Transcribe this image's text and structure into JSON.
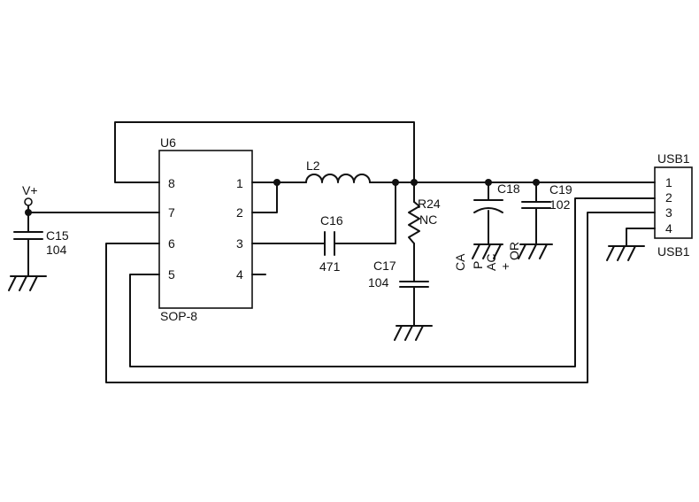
{
  "chip": {
    "ref": "U6",
    "package": "SOP-8",
    "pins": [
      "8",
      "7",
      "6",
      "5",
      "1",
      "2",
      "3",
      "4"
    ]
  },
  "supply": {
    "label": "V+"
  },
  "components": {
    "c15": {
      "ref": "C15",
      "value": "104"
    },
    "l2": {
      "ref": "L2"
    },
    "c16": {
      "ref": "C16",
      "value": "471"
    },
    "r24": {
      "ref": "R24",
      "value": "NC"
    },
    "c17": {
      "ref": "C17",
      "value": "104"
    },
    "c18": {
      "ref": "C18",
      "polarity_labels": [
        "CA",
        "P",
        "AC",
        "+",
        "OR"
      ]
    },
    "c19": {
      "ref": "C19",
      "value": "102"
    }
  },
  "connector": {
    "ref_top": "USB1",
    "ref_bottom": "USB1",
    "pins": [
      "1",
      "2",
      "3",
      "4"
    ]
  }
}
